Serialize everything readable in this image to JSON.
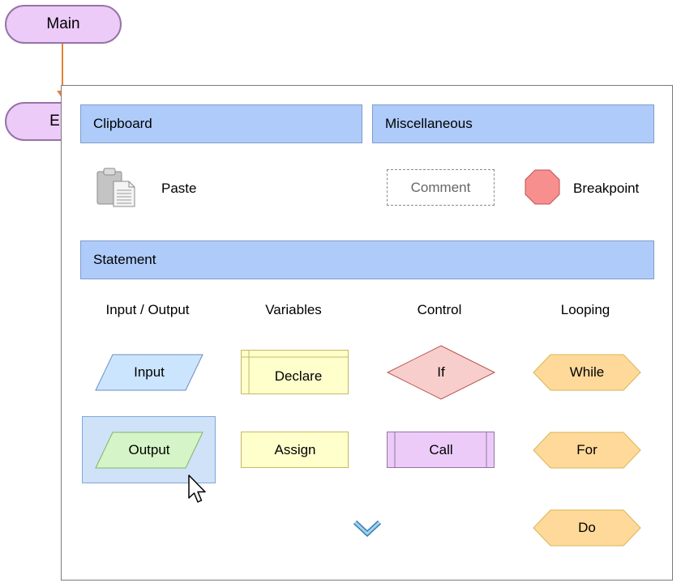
{
  "canvas": {
    "main_label": "Main",
    "end_label": "End"
  },
  "palette": {
    "clipboard": {
      "header": "Clipboard",
      "paste_label": "Paste"
    },
    "miscellaneous": {
      "header": "Miscellaneous",
      "comment_label": "Comment",
      "breakpoint_label": "Breakpoint"
    },
    "statement": {
      "header": "Statement",
      "columns": {
        "io": "Input / Output",
        "variables": "Variables",
        "control": "Control",
        "looping": "Looping"
      },
      "items": {
        "input": "Input",
        "output": "Output",
        "declare": "Declare",
        "assign": "Assign",
        "if": "If",
        "call": "Call",
        "while": "While",
        "for": "For",
        "do": "Do"
      }
    }
  },
  "colors": {
    "header_blue": "#aecbfa",
    "input_blue": "#cce5ff",
    "output_green": "#d5f5c9",
    "variable_yellow": "#ffffcc",
    "control_red": "#f8cecc",
    "call_purple": "#eccbf9",
    "loop_orange": "#ffd999",
    "breakpoint_red": "#f88f8f"
  }
}
